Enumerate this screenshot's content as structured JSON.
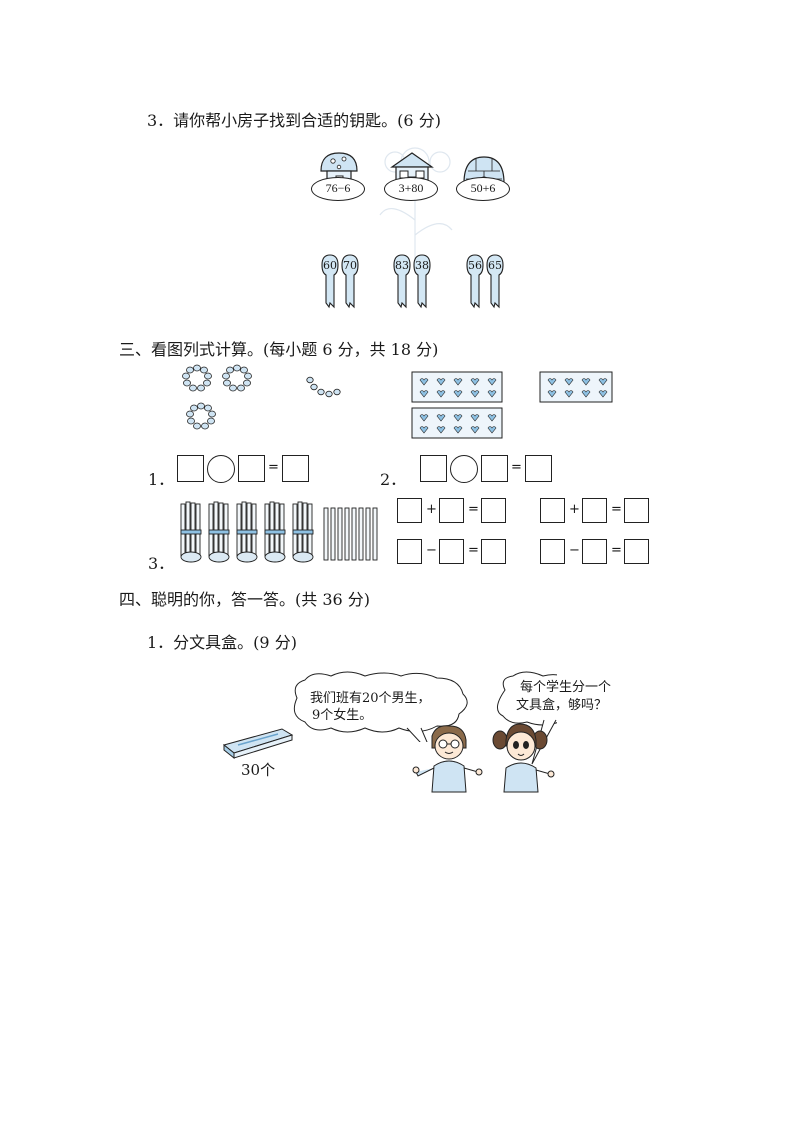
{
  "q3": {
    "title": "3．请你帮小房子找到合适的钥匙。(6 分)",
    "houses": [
      {
        "label": "76−6",
        "icon": "mushroom-house-icon"
      },
      {
        "label": "3+80",
        "icon": "house-icon"
      },
      {
        "label": "50+6",
        "icon": "igloo-house-icon"
      }
    ],
    "keys": [
      {
        "left": "60",
        "right": "70"
      },
      {
        "left": "83",
        "right": "38"
      },
      {
        "left": "56",
        "right": "65"
      }
    ]
  },
  "section3": {
    "title": "三、看图列式计算。(每小题 6 分，共 18 分)",
    "q1_num": "1．",
    "q2_num": "2．",
    "q3_num": "3．",
    "plus": "+",
    "minus": "−",
    "equals": "="
  },
  "section4": {
    "title": "四、聪明的你，答一答。(共 36 分)",
    "q1_title": "1．分文具盒。(9 分)",
    "box_count": "30个",
    "boy_speech": [
      "我们班有20个男生，",
      "9个女生。"
    ],
    "girl_speech": [
      "每个学生分一个",
      "文具盒，够吗？"
    ]
  },
  "colors": {
    "accent": "#a8cfe8",
    "ink": "#222222"
  }
}
